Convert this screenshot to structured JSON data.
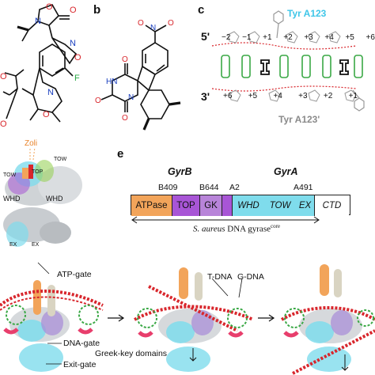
{
  "panels": {
    "b": "b",
    "c": "c",
    "e": "e"
  },
  "panel_c": {
    "tyr_top": "Tyr A123",
    "tyr_bottom": "Tyr A123'",
    "five_prime": "5'",
    "three_prime": "3'",
    "top_positions": [
      "−2",
      "−1",
      "+1",
      "+2",
      "+3",
      "+4",
      "+5",
      "+6"
    ],
    "bottom_positions": [
      "+6",
      "+5",
      "+4",
      "+3",
      "+2",
      "+1"
    ]
  },
  "panel_d": {
    "zoli_label": "Zoli",
    "labels": [
      "WHD",
      "WHD",
      "TOW",
      "TOW",
      "TOP",
      "EX",
      "EX"
    ]
  },
  "panel_e": {
    "gyrb_title": "GyrB",
    "gyra_title": "GyrA",
    "residues": [
      "B409",
      "B644",
      "A2",
      "A491"
    ],
    "domains": [
      "ATPase",
      "TOP",
      "GK",
      "WHD",
      "TOW",
      "EX",
      "CTD"
    ],
    "caption_italic": "S. aureus",
    "caption_rest": " DNA gyrase",
    "caption_sup": "core"
  },
  "panel_f": {
    "labels": {
      "atp_gate": "ATP-gate",
      "dna_gate": "DNA-gate",
      "exit_gate": "Exit-gate",
      "greek_key": "Greek-key domains",
      "t_dna": "T-DNA",
      "g_dna": "G-DNA"
    }
  },
  "colors": {
    "atpase": "#f2a45a",
    "top": "#a855d6",
    "gk": "#b884d9",
    "gyra_domain": "#7fdcec",
    "ctd": "#ffffff",
    "tyr_label": "#3fc6e8",
    "dna_red": "#d8262c",
    "dna_green": "#3aa845"
  }
}
